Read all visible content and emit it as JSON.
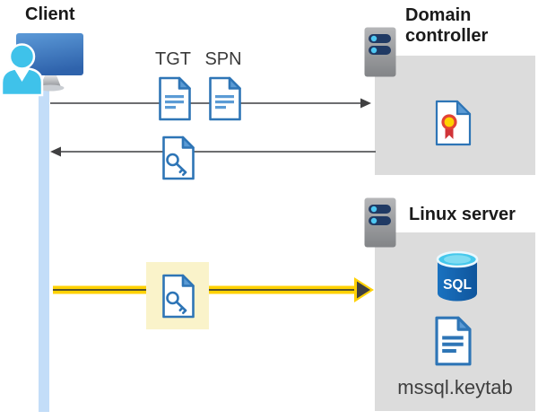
{
  "labels": {
    "client": "Client",
    "tgt": "TGT",
    "spn": "SPN",
    "domain_controller": "Domain controller",
    "linux_server": "Linux server",
    "sql": "SQL",
    "keytab": "mssql.keytab"
  },
  "nodes": [
    {
      "id": "client",
      "label": "Client",
      "icon": "client-workstation-icon",
      "has_lifeline": true
    },
    {
      "id": "domain-controller",
      "label": "Domain controller",
      "icon": "server-icon",
      "contains": [
        "certificate-icon"
      ]
    },
    {
      "id": "linux-server",
      "label": "Linux server",
      "icon": "server-icon",
      "contains": [
        "sql-database-icon",
        "keytab-document-icon"
      ],
      "caption": "mssql.keytab"
    }
  ],
  "flows": [
    {
      "from": "client",
      "to": "domain-controller",
      "direction": "right",
      "payload_labels": [
        "TGT",
        "SPN"
      ],
      "payload_icons": [
        "document-icon",
        "document-icon"
      ],
      "style": "thin-gray-arrow"
    },
    {
      "from": "domain-controller",
      "to": "client",
      "direction": "left",
      "payload_icons": [
        "key-document-icon"
      ],
      "style": "thin-gray-arrow"
    },
    {
      "from": "client",
      "to": "linux-server",
      "direction": "right",
      "payload_icons": [
        "key-document-icon"
      ],
      "style": "thick-yellow-arrow-highlighted"
    }
  ],
  "colors": {
    "document_blue": "#2E75B6",
    "document_fold_blue": "#5B9BD5",
    "document_line_blue": "#5B9BD5",
    "lifeline_blue": "#C3DDF8",
    "node_box_gray": "#DCDCDC",
    "arrow_gray": "#58595B",
    "arrow_yellow": "#FFD103",
    "highlight_box_yellow": "#FAF3CA",
    "server_body_gray": "#9E9E9E",
    "server_bar_navy": "#203A64",
    "server_dot_cyan": "#4EC7F2",
    "sql_cylinder_blue": "#1565B4",
    "sql_top_cyan": "#45C8EC",
    "certificate_red": "#D13438",
    "certificate_gold": "#FFD200",
    "person_cyan": "#3FC2EA",
    "monitor_blue": "#3E79C4",
    "heading_text": "#1A1A1A",
    "label_text": "#3A3A3A",
    "caption_text": "#3F3F3F"
  }
}
